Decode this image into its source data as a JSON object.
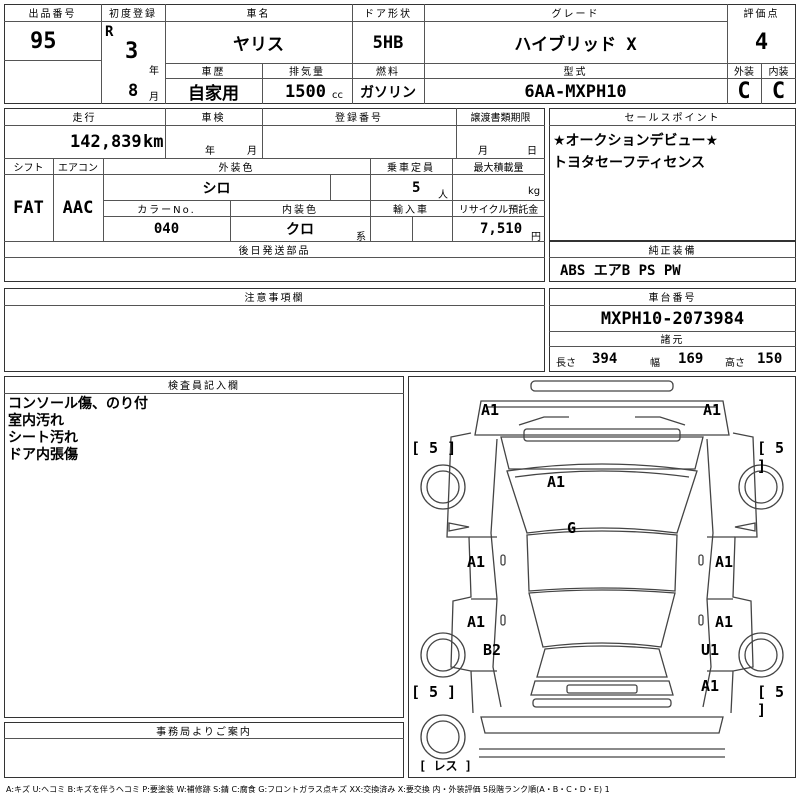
{
  "header": {
    "lot_label": "出品番号",
    "lot_no": "95",
    "first_reg_label": "初度登録",
    "era": "R",
    "year": "3",
    "year_unit": "年",
    "month": "8",
    "month_unit": "月",
    "car_name_label": "車名",
    "car_name": "ヤリス",
    "door_label": "ドア形状",
    "door": "5HB",
    "grade_label": "グレード",
    "grade": "ハイブリッド X",
    "score_label": "評価点",
    "score": "4",
    "history_label": "車歴",
    "history": "自家用",
    "displacement_label": "排気量",
    "displacement": "1500",
    "displacement_unit": "cc",
    "fuel_label": "燃料",
    "fuel": "ガソリン",
    "model_label": "型式",
    "model": "6AA-MXPH10",
    "ext_label": "外装",
    "ext_score": "C",
    "int_label": "内装",
    "int_score": "C"
  },
  "details": {
    "mileage_label": "走行",
    "mileage": "142,839",
    "mileage_unit": "km",
    "inspection_label": "車検",
    "insp_year_unit": "年",
    "insp_month_unit": "月",
    "reg_no_label": "登録番号",
    "transfer_label": "譲渡書類期限",
    "transfer_month_unit": "月",
    "transfer_day_unit": "日",
    "shift_label": "シフト",
    "shift": "FAT",
    "ac_label": "エアコン",
    "ac": "AAC",
    "ext_color_label": "外装色",
    "ext_color": "シロ",
    "capacity_label": "乗車定員",
    "capacity": "5",
    "capacity_unit": "人",
    "max_load_label": "最大積載量",
    "max_load_unit": "kg",
    "color_no_label": "カラーNo.",
    "color_no": "040",
    "int_color_label": "内装色",
    "int_color": "クロ",
    "int_color_unit": "系",
    "import_label": "輸入車",
    "recycle_label": "リサイクル預託金",
    "recycle": "7,510",
    "recycle_unit": "円",
    "later_parts_label": "後日発送部品"
  },
  "sales": {
    "label": "セールスポイント",
    "lines": [
      "★オークションデビュー★",
      "トヨタセーフティセンス"
    ]
  },
  "equipment": {
    "label": "純正装備",
    "value": "ABS エアB PS PW"
  },
  "caution": {
    "label": "注意事項欄"
  },
  "chassis": {
    "label": "車台番号",
    "value": "MXPH10-2073984",
    "spec_label": "諸元",
    "length_label": "長さ",
    "length": "394",
    "width_label": "幅",
    "width": "169",
    "height_label": "高さ",
    "height": "150"
  },
  "inspector": {
    "label": "検査員記入欄",
    "lines": [
      "コンソール傷、のり付",
      "室内汚れ",
      "シート汚れ",
      "ドア内張傷"
    ]
  },
  "office": {
    "label": "事務局よりご案内"
  },
  "diagram": {
    "marks": {
      "front_left": "A1",
      "front_right": "A1",
      "windshield": "A1",
      "roof": "G",
      "front_door_left": "A1",
      "front_door_right": "A1",
      "rear_door_left": "A1",
      "rear_door_right": "A1",
      "rear_fender_left": "B2",
      "rear_fender_right": "U1",
      "rear_right": "A1"
    },
    "tires": {
      "fl": "[ 5 ]",
      "fr": "[ 5 ]",
      "rl": "[ 5 ]",
      "rr": "[ 5 ]",
      "spare": "[ レス ]"
    }
  },
  "legend": "A:キズ U:ヘコミ B:キズを伴うヘコミ P:要塗装 W:補修跡 S:錆 C:腐食 G:フロントガラス点キズ XX:交換済み X:要交換 内・外装評価 5段階ランク順(A・B・C・D・E) 1"
}
